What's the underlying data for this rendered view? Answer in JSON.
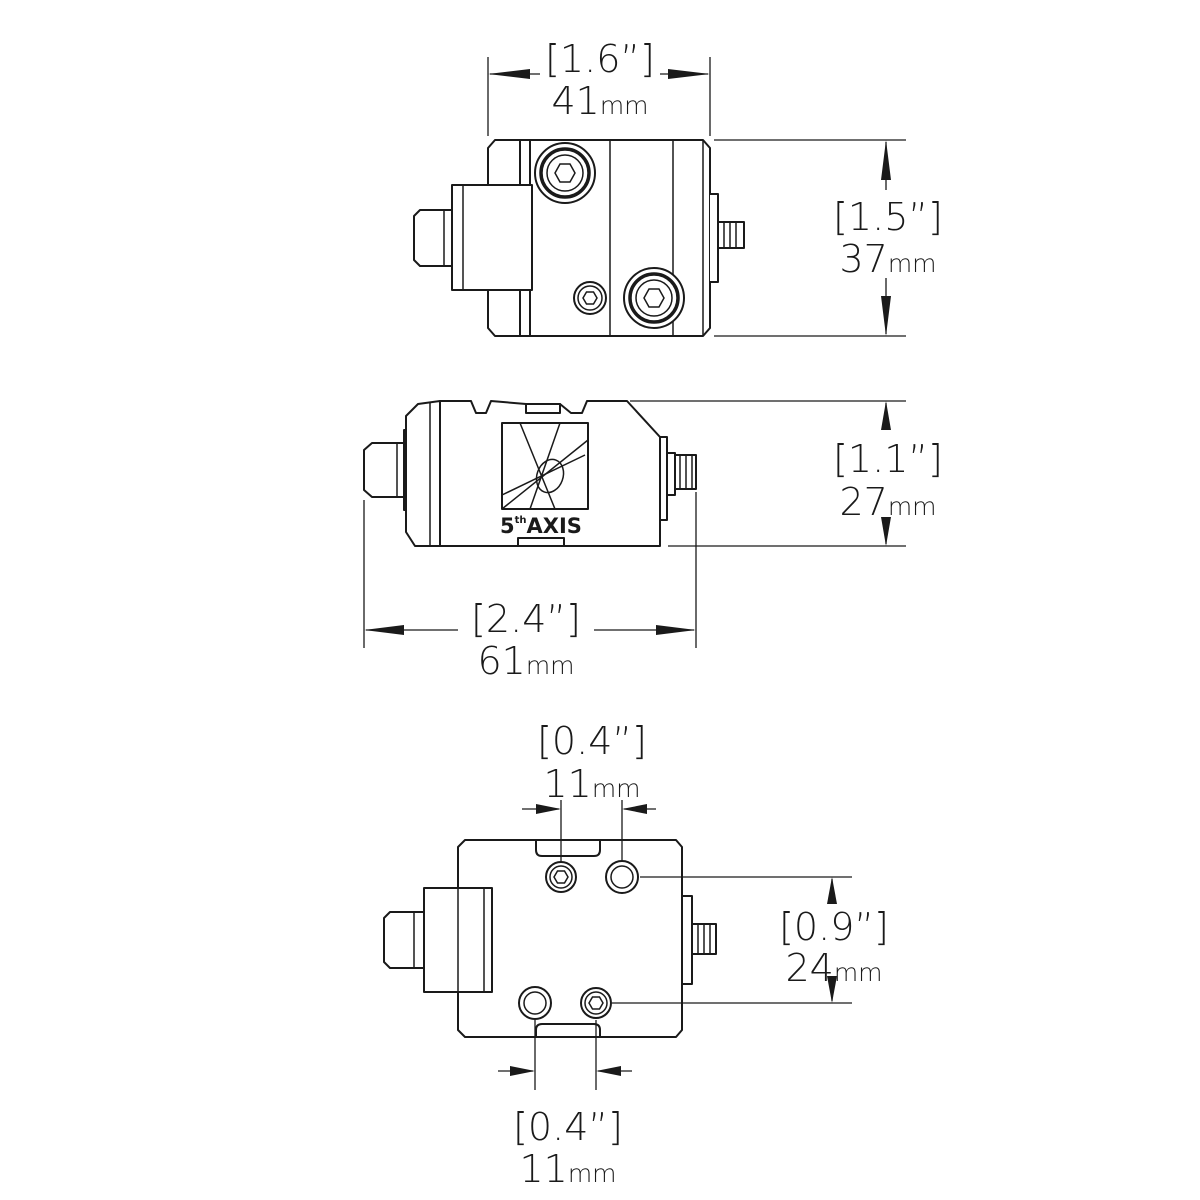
{
  "top_view": {
    "width": {
      "inch": "[1.6”]",
      "mm": "41",
      "unit": "mm"
    },
    "height": {
      "inch": "[1.5”]",
      "mm": "37",
      "unit": "mm"
    }
  },
  "side_view": {
    "height": {
      "inch": "[1.1”]",
      "mm": "27",
      "unit": "mm"
    },
    "length": {
      "inch": "[2.4”]",
      "mm": "61",
      "unit": "mm"
    },
    "logo": {
      "main": "5",
      "sup": "th",
      "rest": "AXIS"
    }
  },
  "bottom_view": {
    "top_spacing": {
      "inch": "[0.4”]",
      "mm": "11",
      "unit": "mm"
    },
    "vertical_spacing": {
      "inch": "[0.9”]",
      "mm": "24",
      "unit": "mm"
    },
    "bottom_spacing": {
      "inch": "[0.4”]",
      "mm": "11",
      "unit": "mm"
    }
  }
}
